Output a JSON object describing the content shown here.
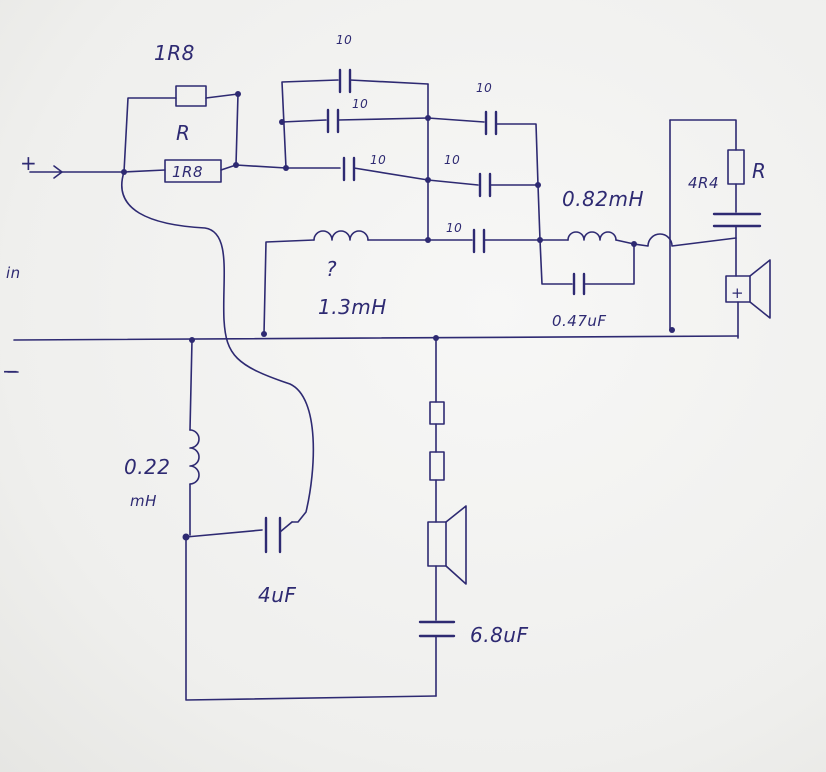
{
  "labels": {
    "r_top": "1R8",
    "r_mid_mark": "R",
    "r_mid": "1R8",
    "c_top": "10",
    "c_row2": "10",
    "c_row3": "10",
    "c_right_top": "10",
    "c_right_mid": "10",
    "c_right_low": "10",
    "l_tweeter_series": "0.82mH",
    "c_tweeter_shunt": "0.47uF",
    "r_tweeter": "4R4",
    "r_tweeter_mark": "R",
    "l_mid_question": "?",
    "l_mid": "1.3mH",
    "input_plus": "+",
    "input_label": "in",
    "input_minus": "−",
    "l_low_value": "0.22",
    "l_low_unit": "mH",
    "c_low": "4uF",
    "c_woofer": "6.8uF",
    "tweeter_polarity": "+"
  },
  "colors": {
    "ink": "#2e2a72",
    "paper": "#f3f3f1"
  }
}
